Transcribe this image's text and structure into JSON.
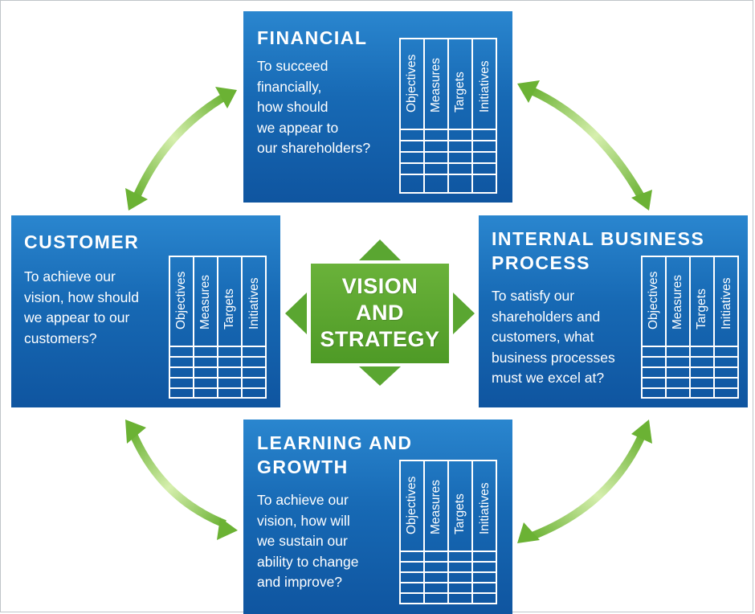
{
  "colors": {
    "panel_top": "#2a86cf",
    "panel_bottom": "#0f55a0",
    "center_green": "#5aa631",
    "arrow_green_light": "#c8e79a",
    "arrow_green_dark": "#6bb234"
  },
  "grid_headers": [
    "Objectives",
    "Measures",
    "Targets",
    "Initiatives"
  ],
  "panels": {
    "financial": {
      "title": "FINANCIAL",
      "question": "To succeed\nfinancially,\nhow should\nwe appear to\nour shareholders?"
    },
    "customer": {
      "title": "CUSTOMER",
      "question": "To achieve our\nvision, how should\nwe appear to our\ncustomers?"
    },
    "internal": {
      "title": "INTERNAL BUSINESS\nPROCESS",
      "question": "To satisfy our\nshareholders and\ncustomers, what\nbusiness processes\nmust we excel at?"
    },
    "learning": {
      "title": "LEARNING AND\nGROWTH",
      "question": "To achieve our\nvision, how will\nwe sustain our\nability to change\nand improve?"
    }
  },
  "center": {
    "line1": "VISION",
    "line2": "AND",
    "line3": "STRATEGY"
  }
}
